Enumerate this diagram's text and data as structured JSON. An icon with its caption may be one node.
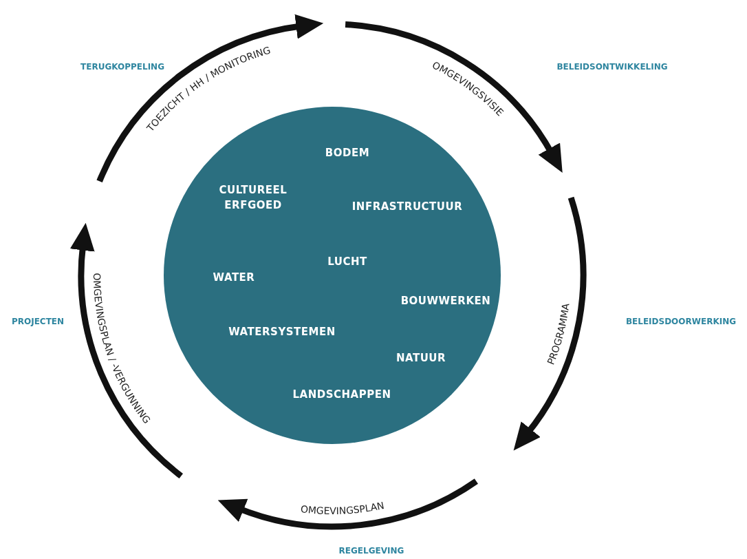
{
  "diagram": {
    "nodes": [
      {
        "text": [
          "BODEM",
          "CULTUREEL ERFGOED",
          "INFRASTRUCTUUR",
          "LUCHT",
          "WATER",
          "BOUWWERKEN",
          "WATERSYSTEMEN",
          "NATUUR",
          "LANDSCHAPPEN"
        ]
      }
    ],
    "labels": [
      "TOEZICHT / HH / MONITORING",
      "TERUGKOPPELING",
      "OMGEVINGSVISIE",
      "BELEIDSONTWIKKELING",
      "PROGRAMMA",
      "OMGEVINGSPLAN / -VERGUNNING",
      "PROJECTEN",
      "BELEIDSDOORWERKING",
      "OMGEVINGSPLAN",
      "REGELGEVING"
    ]
  }
}
